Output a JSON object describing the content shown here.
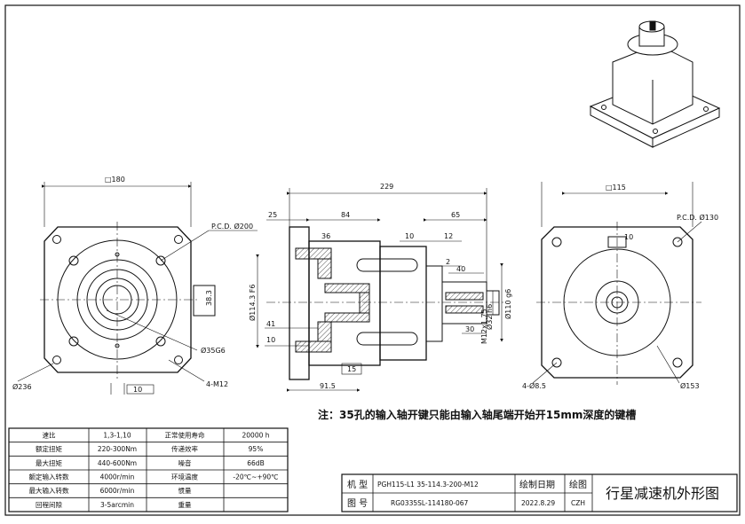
{
  "note": "注：35孔的输入轴开键只能由输入轴尾端开始开15mm深度的键槽",
  "front_view": {
    "dims": {
      "square": "□180",
      "pcd": "P.C.D. Ø200",
      "key": "38.3",
      "bore": "Ø35G6",
      "outer": "Ø236",
      "holes": "4-M12",
      "key_width": "10"
    }
  },
  "side_view": {
    "dims": {
      "total": "229",
      "d25": "25",
      "d84": "84",
      "d65": "65",
      "d36": "36",
      "d10a": "10",
      "d12": "12",
      "d40": "40",
      "d2": "2",
      "d30": "30",
      "d41": "41",
      "d10b": "10",
      "d15": "15",
      "d91": "91.5",
      "d114": "Ø114.3 F6",
      "d110": "Ø110 g6",
      "d32": "Ø32 h6",
      "m12": "M12x1.75"
    }
  },
  "rear_view": {
    "dims": {
      "square": "□115",
      "pcd": "P.C.D. Ø130",
      "key": "10",
      "holes": "4-Ø8.5",
      "outer": "Ø153"
    }
  },
  "spec_table": [
    [
      "速比",
      "1,3-1,10",
      "正常使用寿命",
      "20000 h"
    ],
    [
      "额定扭矩",
      "220-300Nm",
      "传递效率",
      "95%"
    ],
    [
      "最大扭矩",
      "440-600Nm",
      "噪音",
      "66dB"
    ],
    [
      "额定输入转数",
      "4000r/min",
      "环境温度",
      "-20℃~+90℃"
    ],
    [
      "最大输入转数",
      "6000r/min",
      "惯量",
      ""
    ],
    [
      "回程间隙",
      "3-5arcmin",
      "重量",
      ""
    ]
  ],
  "title_block": {
    "model_label": "机 型",
    "model_value": "PGH115-L1 35-114.3-200-M12",
    "drawn_date_label": "绘制日期",
    "drawing_label": "绘图",
    "drawing_no_label": "图 号",
    "drawing_no_value": "RG0335SL-114180-067",
    "date_value": "2022.8.29",
    "drawer_value": "CZH",
    "title": "行星减速机外形图"
  }
}
